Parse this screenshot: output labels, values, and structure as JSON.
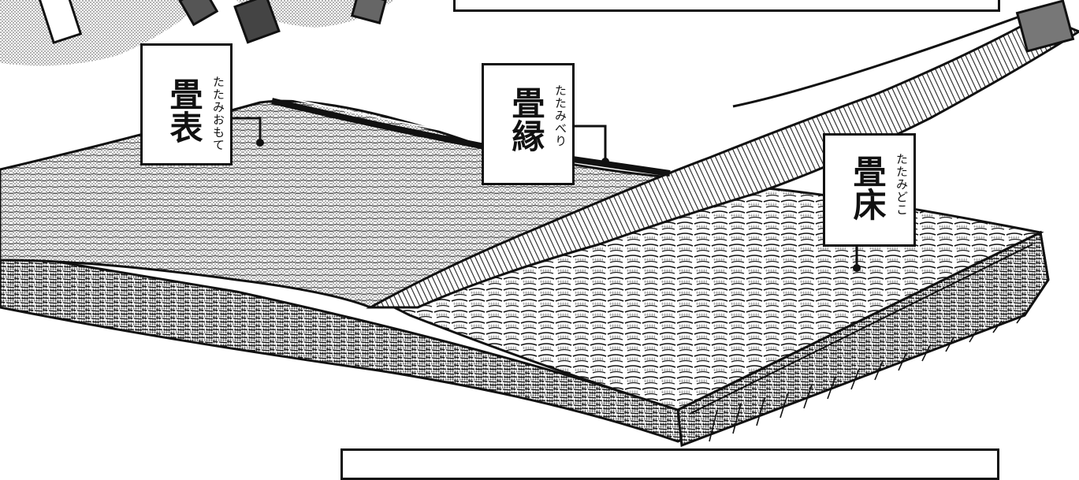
{
  "labels": {
    "omote": {
      "kanji": "畳表",
      "ruby": "たたみおもて"
    },
    "beri": {
      "kanji": "畳縁",
      "ruby": "たたみべり"
    },
    "doko": {
      "kanji": "畳床",
      "ruby": "たたみどこ"
    }
  },
  "colors": {
    "ink": "#111111",
    "paper": "#ffffff",
    "screen": "#9a9a9a"
  }
}
